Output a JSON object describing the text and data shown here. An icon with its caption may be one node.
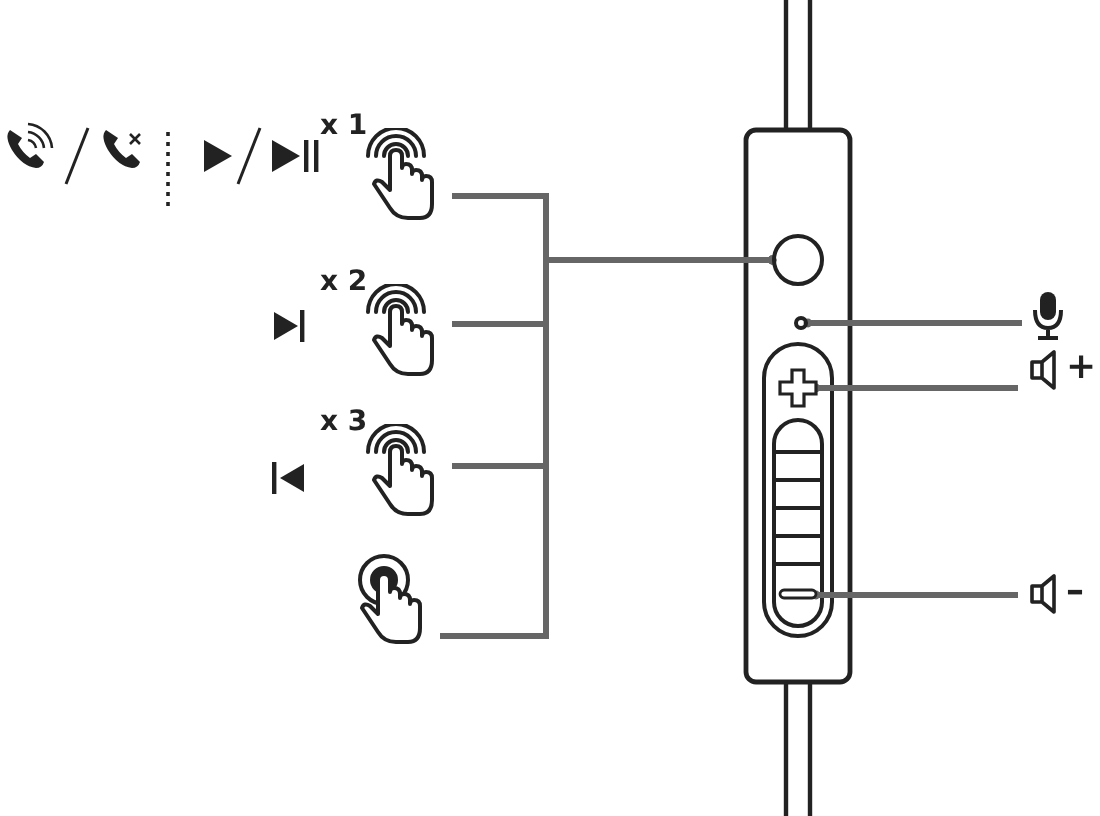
{
  "diagram": {
    "nodes": [
      {
        "text": [
          "x 1"
        ]
      },
      {
        "text": [
          "x 2"
        ]
      },
      {
        "text": [
          "x 3"
        ]
      },
      {
        "text": [],
        "shape": "hand"
      },
      {
        "text": [],
        "shape": "circle"
      },
      {
        "text": [],
        "shape": "circle"
      },
      {
        "text": [],
        "shape": "box"
      },
      {
        "text": [],
        "shape": "box"
      },
      {
        "text": [],
        "shape": "microphone"
      },
      {
        "text": [
          "+"
        ]
      },
      {
        "text": [
          "–"
        ]
      }
    ],
    "edges": [
      {
        "from": 0,
        "to": 4,
        "arrow": "other"
      },
      {
        "from": 1,
        "to": 4,
        "arrow": "other"
      },
      {
        "from": 2,
        "to": 4,
        "arrow": "other"
      },
      {
        "from": 3,
        "to": 4,
        "arrow": "other"
      },
      {
        "from": 8,
        "to": 5,
        "arrow": "other"
      },
      {
        "from": 9,
        "to": 6,
        "arrow": "other"
      },
      {
        "from": 10,
        "to": 7,
        "arrow": "other"
      }
    ]
  }
}
